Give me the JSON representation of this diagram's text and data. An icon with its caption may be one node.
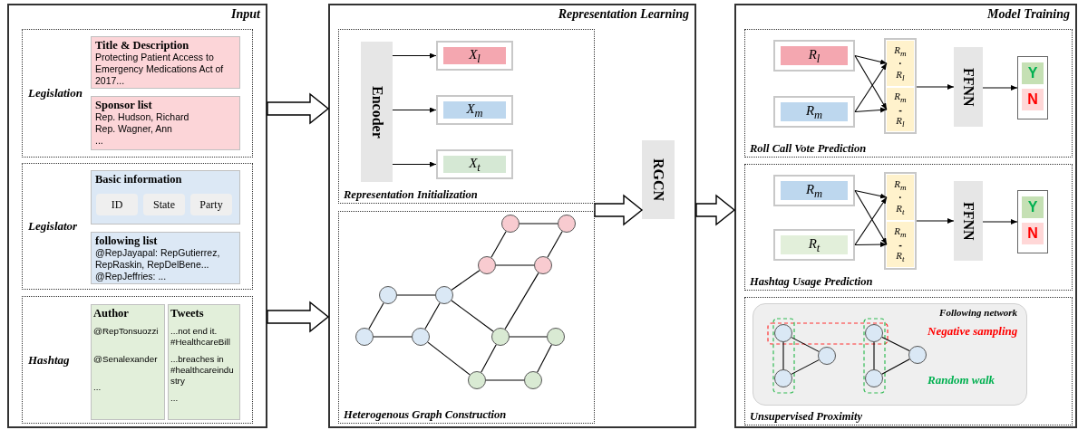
{
  "diagram": {
    "nodes": [
      {
        "text": [
          "Input"
        ]
      },
      {
        "text": [
          "Legislation"
        ],
        "in": 0
      },
      {
        "text": [
          "Title & Description",
          "Protecting Patient Access to Emergency Medications Act of 2017..."
        ],
        "in": 1
      },
      {
        "text": [
          "Sponsor list",
          "Rep. Hudson, Richard",
          "Rep. Wagner, Ann",
          "..."
        ],
        "in": 1
      },
      {
        "text": [
          "Legislator"
        ],
        "in": 0
      },
      {
        "text": [
          "Basic information"
        ],
        "in": 4
      },
      {
        "text": [
          "ID"
        ],
        "in": 5
      },
      {
        "text": [
          "State"
        ],
        "in": 5
      },
      {
        "text": [
          "Party"
        ],
        "in": 5
      },
      {
        "text": [
          "following list",
          "@RepJayapal: RepGutierrez, RepRaskin, RepDelBene...",
          "@RepJeffries: ..."
        ],
        "in": 4
      },
      {
        "text": [
          "Hashtag"
        ],
        "in": 0
      },
      {
        "text": [
          "Author",
          "@RepTonsuozzi",
          "@Senalexander",
          "..."
        ],
        "in": 10
      },
      {
        "text": [
          "Tweets",
          "...not end it. #HealthcareBill",
          "...breaches in #healthcareindustry",
          "..."
        ],
        "in": 10
      },
      {
        "text": [
          "Representation Learning"
        ]
      },
      {
        "text": [
          "Representation Initialization"
        ],
        "in": 13
      },
      {
        "text": [
          "Encoder"
        ],
        "in": 14
      },
      {
        "text": [
          "X$_{l}$"
        ],
        "in": 14
      },
      {
        "text": [
          "X$_{m}$"
        ],
        "in": 14
      },
      {
        "text": [
          "X$_{t}$"
        ],
        "in": 14
      },
      {
        "text": [
          "Heterogenous Graph Construction"
        ],
        "in": 13
      },
      {
        "text": [],
        "shape": "circle",
        "in": 19
      },
      {
        "text": [],
        "shape": "circle",
        "in": 19
      },
      {
        "text": [],
        "shape": "circle",
        "in": 19
      },
      {
        "text": [],
        "shape": "circle",
        "in": 19
      },
      {
        "text": [],
        "shape": "circle",
        "in": 19
      },
      {
        "text": [],
        "shape": "circle",
        "in": 19
      },
      {
        "text": [],
        "shape": "circle",
        "in": 19
      },
      {
        "text": [],
        "shape": "circle",
        "in": 19
      },
      {
        "text": [],
        "shape": "circle",
        "in": 19
      },
      {
        "text": [],
        "shape": "circle",
        "in": 19
      },
      {
        "text": [],
        "shape": "circle",
        "in": 19
      },
      {
        "text": [],
        "shape": "circle",
        "in": 19
      },
      {
        "text": [
          "RGCN"
        ],
        "in": 13
      },
      {
        "text": [
          "Model Training"
        ]
      },
      {
        "text": [
          "Roll Call Vote Prediction"
        ],
        "in": 33
      },
      {
        "text": [
          "R$_{l}$"
        ],
        "in": 34
      },
      {
        "text": [
          "R$_{m}$"
        ],
        "in": 34
      },
      {
        "text": [],
        "shape": "box",
        "in": 34
      },
      {
        "text": [
          "R$_{m}$",
          "·",
          "R$_{l}$"
        ],
        "in": 37
      },
      {
        "text": [
          "R$_{m}$",
          "-",
          "R$_{l}$"
        ],
        "in": 37
      },
      {
        "text": [
          "FFNN"
        ],
        "in": 34
      },
      {
        "text": [],
        "shape": "box",
        "in": 34
      },
      {
        "text": [
          "Y"
        ],
        "in": 41
      },
      {
        "text": [
          "N"
        ],
        "in": 41
      },
      {
        "text": [
          "Hashtag Usage Prediction"
        ],
        "in": 33
      },
      {
        "text": [
          "R$_{m}$"
        ],
        "in": 44
      },
      {
        "text": [
          "R$_{t}$"
        ],
        "in": 44
      },
      {
        "text": [],
        "shape": "box",
        "in": 44
      },
      {
        "text": [
          "R$_{m}$",
          "·",
          "R$_{t}$"
        ],
        "in": 47
      },
      {
        "text": [
          "R$_{m}$",
          "-",
          "R$_{t}$"
        ],
        "in": 47
      },
      {
        "text": [
          "FFNN"
        ],
        "in": 44
      },
      {
        "text": [],
        "shape": "box",
        "in": 44
      },
      {
        "text": [
          "Y"
        ],
        "in": 51
      },
      {
        "text": [
          "N"
        ],
        "in": 51
      },
      {
        "text": [
          "Unsupervised Proximity"
        ],
        "in": 33
      },
      {
        "text": [
          "Following network"
        ],
        "in": 54
      },
      {
        "text": [],
        "shape": "circle",
        "in": 55
      },
      {
        "text": [],
        "shape": "circle",
        "in": 55
      },
      {
        "text": [],
        "shape": "circle",
        "in": 55
      },
      {
        "text": [],
        "shape": "circle",
        "in": 55
      },
      {
        "text": [],
        "shape": "circle",
        "in": 55
      },
      {
        "text": [],
        "shape": "circle",
        "in": 55
      }
    ],
    "edges": [
      {
        "from": 0,
        "to": 13,
        "arrow": "to",
        "style": "thick"
      },
      {
        "from": 0,
        "to": 13,
        "arrow": "to",
        "style": "thick"
      },
      {
        "from": 14,
        "to": 32,
        "arrow": "to",
        "style": "thick"
      },
      {
        "from": 19,
        "to": 32,
        "arrow": "to",
        "style": "thick"
      },
      {
        "from": 13,
        "to": 33,
        "arrow": "to",
        "style": "thick"
      },
      {
        "from": 15,
        "to": 16,
        "arrow": "to"
      },
      {
        "from": 15,
        "to": 17,
        "arrow": "to"
      },
      {
        "from": 15,
        "to": 18,
        "arrow": "to"
      },
      {
        "from": 20,
        "to": 21,
        "arrow": "none"
      },
      {
        "from": 20,
        "to": 22,
        "arrow": "none"
      },
      {
        "from": 21,
        "to": 23,
        "arrow": "none"
      },
      {
        "from": 22,
        "to": 23,
        "arrow": "none"
      },
      {
        "from": 22,
        "to": 25,
        "arrow": "none"
      },
      {
        "from": 23,
        "to": 28,
        "arrow": "none"
      },
      {
        "from": 24,
        "to": 25,
        "arrow": "none"
      },
      {
        "from": 24,
        "to": 26,
        "arrow": "none"
      },
      {
        "from": 25,
        "to": 27,
        "arrow": "none"
      },
      {
        "from": 25,
        "to": 28,
        "arrow": "none"
      },
      {
        "from": 26,
        "to": 27,
        "arrow": "none"
      },
      {
        "from": 27,
        "to": 30,
        "arrow": "none"
      },
      {
        "from": 28,
        "to": 29,
        "arrow": "none"
      },
      {
        "from": 28,
        "to": 30,
        "arrow": "none"
      },
      {
        "from": 29,
        "to": 31,
        "arrow": "none"
      },
      {
        "from": 30,
        "to": 31,
        "arrow": "none"
      },
      {
        "from": 35,
        "to": 38,
        "arrow": "to"
      },
      {
        "from": 35,
        "to": 39,
        "arrow": "to"
      },
      {
        "from": 36,
        "to": 38,
        "arrow": "to"
      },
      {
        "from": 36,
        "to": 39,
        "arrow": "to"
      },
      {
        "from": 37,
        "to": 40,
        "arrow": "to"
      },
      {
        "from": 40,
        "to": 41,
        "arrow": "to"
      },
      {
        "from": 45,
        "to": 48,
        "arrow": "to"
      },
      {
        "from": 45,
        "to": 49,
        "arrow": "to"
      },
      {
        "from": 46,
        "to": 48,
        "arrow": "to"
      },
      {
        "from": 46,
        "to": 49,
        "arrow": "to"
      },
      {
        "from": 47,
        "to": 50,
        "arrow": "to"
      },
      {
        "from": 50,
        "to": 51,
        "arrow": "to"
      },
      {
        "from": 56,
        "to": 60,
        "arrow": "none"
      },
      {
        "from": 56,
        "to": 58,
        "arrow": "none"
      },
      {
        "from": 60,
        "to": 58,
        "arrow": "none"
      },
      {
        "from": 57,
        "to": 61,
        "arrow": "none"
      },
      {
        "from": 57,
        "to": 59,
        "arrow": "none"
      },
      {
        "from": 61,
        "to": 59,
        "arrow": "none"
      }
    ],
    "labels": [
      "Negative sampling",
      "Random walk"
    ]
  }
}
